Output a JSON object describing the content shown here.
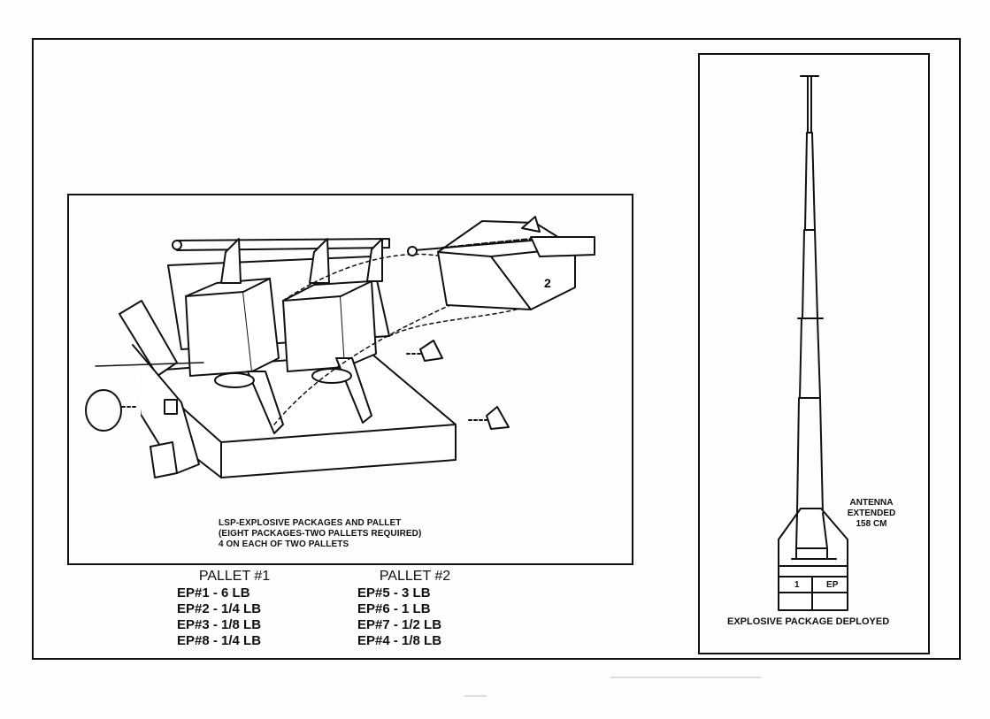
{
  "caption": {
    "line1": "LSP-EXPLOSIVE PACKAGES AND PALLET",
    "line2": "(EIGHT PACKAGES-TWO PALLETS REQUIRED)",
    "line3": "4 ON EACH OF TWO PALLETS"
  },
  "pallet1": {
    "heading": "PALLET #1",
    "items": [
      "EP#1 - 6 LB",
      "EP#2 - 1/4 LB",
      "EP#3 - 1/8 LB",
      "EP#8 - 1/4 LB"
    ]
  },
  "pallet2": {
    "heading": "PALLET #2",
    "items": [
      "EP#5 - 3 LB",
      "EP#6 - 1 LB",
      "EP#7 - 1/2 LB",
      "EP#4 - 1/8 LB"
    ]
  },
  "antenna": {
    "line1": "ANTENNA",
    "line2": "EXTENDED",
    "line3": "158 CM",
    "box_number": "1",
    "box_code": "EP"
  },
  "package_number": "2",
  "deployed_caption": "EXPLOSIVE PACKAGE DEPLOYED"
}
